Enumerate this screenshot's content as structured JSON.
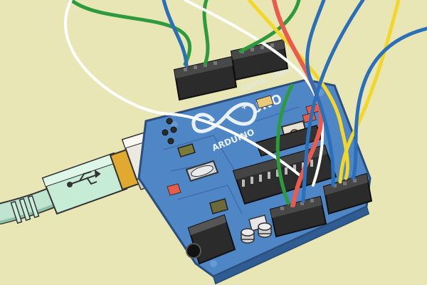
{
  "illustration": {
    "background": "#e9e6b6",
    "board": {
      "color": "#4f86c6",
      "edge": "#2b4f7a",
      "brand_text": "ARDUINO",
      "model_text": "UNO",
      "header_label": "DIGITAL (PWM~)",
      "logo_symbols": {
        "minus": "−",
        "plus": "+"
      }
    },
    "wire_colors": {
      "green": "#2e9a3e",
      "white": "#ffffff",
      "yellow": "#f2d72a",
      "red": "#ec5a4e",
      "blue": "#2a6fb8"
    },
    "icons": [
      "usb-symbol-icon",
      "infinity-logo-icon"
    ]
  }
}
